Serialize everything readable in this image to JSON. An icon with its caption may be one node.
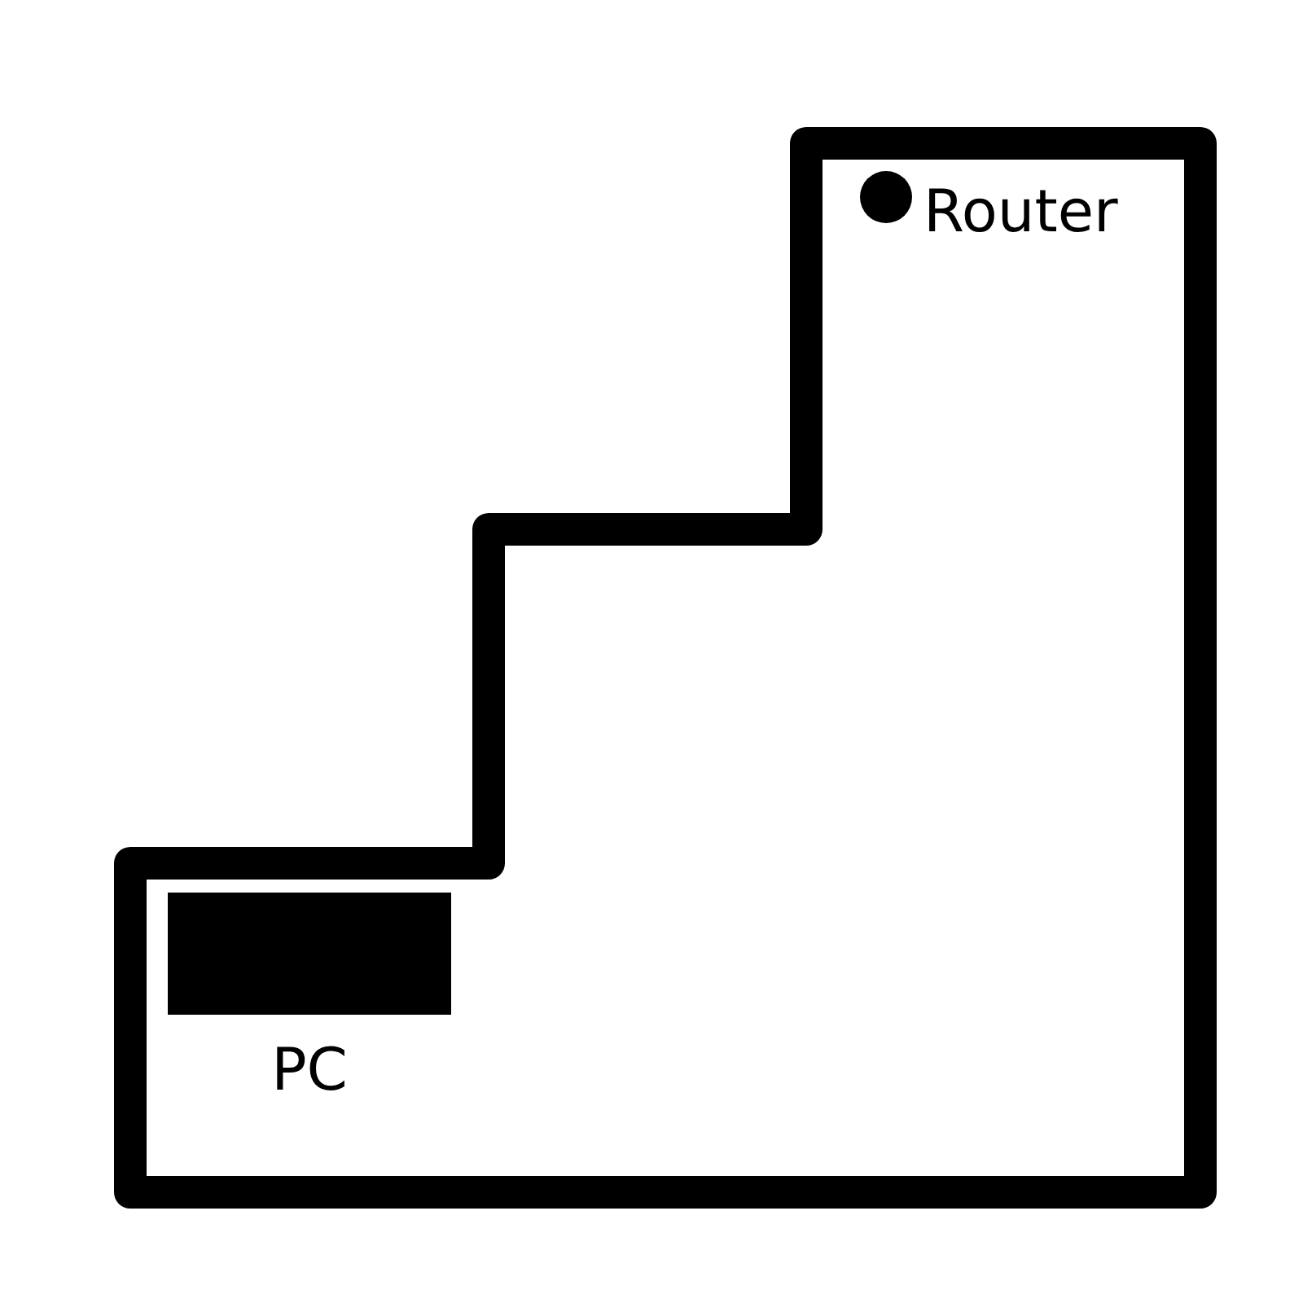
{
  "diagram": {
    "nodes": [
      {
        "text": [],
        "shape": "circle",
        "beside": [
          "Router"
        ]
      },
      {
        "text": [],
        "shape": "bar",
        "beside": [
          "PC"
        ]
      }
    ]
  }
}
